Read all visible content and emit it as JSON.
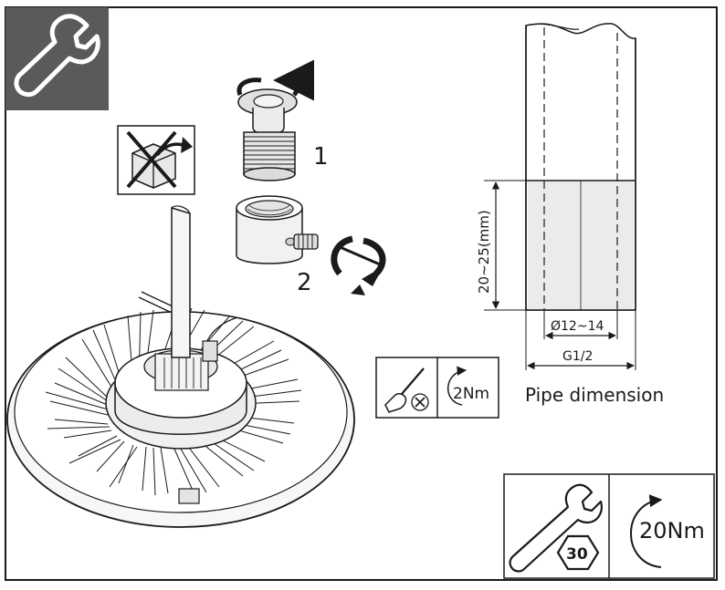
{
  "steps": {
    "step1": "1",
    "step2": "2"
  },
  "pipe": {
    "engagement_length": "20~25(mm)",
    "inner_diameter": "Ø12~14",
    "thread": "G1/2",
    "caption": "Pipe dimension"
  },
  "torque_small": {
    "value": "2Nm"
  },
  "torque_large": {
    "value": "20Nm",
    "wrench_size": "30"
  },
  "icons": {
    "tool": "wrench-icon",
    "no_box": "no-packaging-icon",
    "screwdriver": "screwdriver-icon",
    "rotate": "rotate-clockwise-icon",
    "hex": "hex-nut-icon"
  },
  "colors": {
    "line": "#1a1a1a",
    "icon_bg": "#5a5a5a",
    "fill": "#f2f2f2",
    "shade": "#d8d8d8"
  }
}
